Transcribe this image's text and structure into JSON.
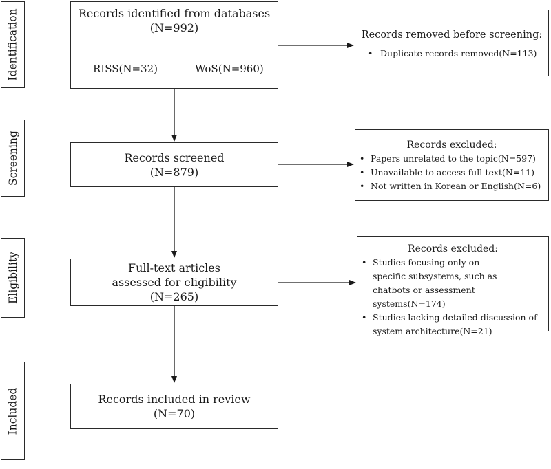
{
  "stages": {
    "identification": "Identification",
    "screening": "Screening",
    "eligibility": "Eligibility",
    "included": "Included"
  },
  "identification": {
    "title": "Records identified from databases",
    "count": "(N=992)",
    "sources": [
      {
        "name": "RISS",
        "count": "(N=32)"
      },
      {
        "name": "WoS",
        "count": "(N=960)"
      }
    ]
  },
  "removed": {
    "title": "Records removed before screening:",
    "items": [
      "Duplicate records removed(N=113)"
    ]
  },
  "screening": {
    "title": "Records screened",
    "count": "(N=879)"
  },
  "excluded_screening": {
    "title": "Records excluded:",
    "items": [
      "Papers unrelated to the topic(N=597)",
      "Unavailable to access full-text(N=11)",
      "Not written in Korean or English(N=6)"
    ]
  },
  "eligibility": {
    "line1": "Full-text articles",
    "line2": "assessed for eligibility",
    "count": "(N=265)"
  },
  "excluded_eligibility": {
    "title": "Records excluded:",
    "item1_lines": [
      "Studies focusing only on",
      "specific subsystems, such as",
      "chatbots or assessment systems(N=174)"
    ],
    "item2_lines": [
      "Studies lacking detailed discussion of",
      "system architecture(N=21)"
    ]
  },
  "included": {
    "title": "Records included in review",
    "count": "(N=70)"
  },
  "bullet": "•"
}
